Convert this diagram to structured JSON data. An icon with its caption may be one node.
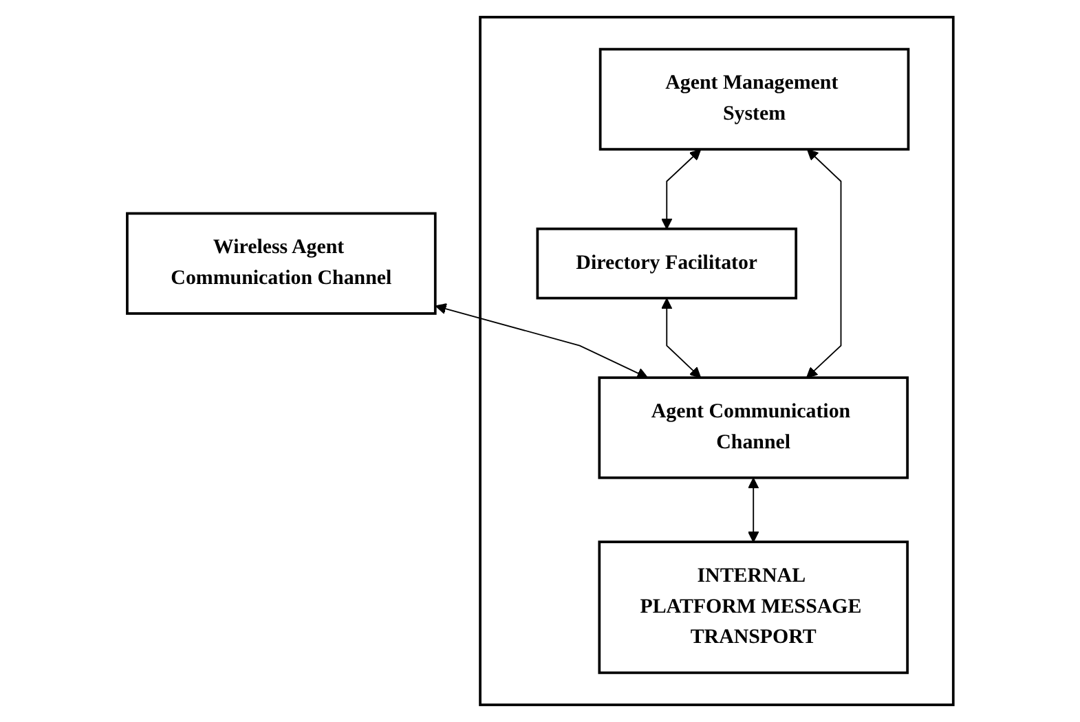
{
  "diagram": {
    "nodes": [
      {
        "text": [
          "Wireless Agent Communication Channel"
        ]
      },
      {
        "text": [],
        "shape": "box"
      },
      {
        "text": [
          "Agent Management System"
        ],
        "in": 1
      },
      {
        "text": [
          "Directory Facilitator"
        ],
        "in": 1
      },
      {
        "text": [
          "Agent Communication Channel"
        ],
        "in": 1
      },
      {
        "text": [
          "INTERNAL PLATFORM MESSAGE TRANSPORT"
        ],
        "in": 1
      }
    ],
    "edges": [
      {
        "from": 0,
        "to": 4,
        "arrow": "both"
      },
      {
        "from": 2,
        "to": 3,
        "arrow": "both"
      },
      {
        "from": 3,
        "to": 4,
        "arrow": "both"
      },
      {
        "from": 2,
        "to": 4,
        "arrow": "both"
      },
      {
        "from": 4,
        "to": 5,
        "arrow": "both"
      }
    ]
  }
}
